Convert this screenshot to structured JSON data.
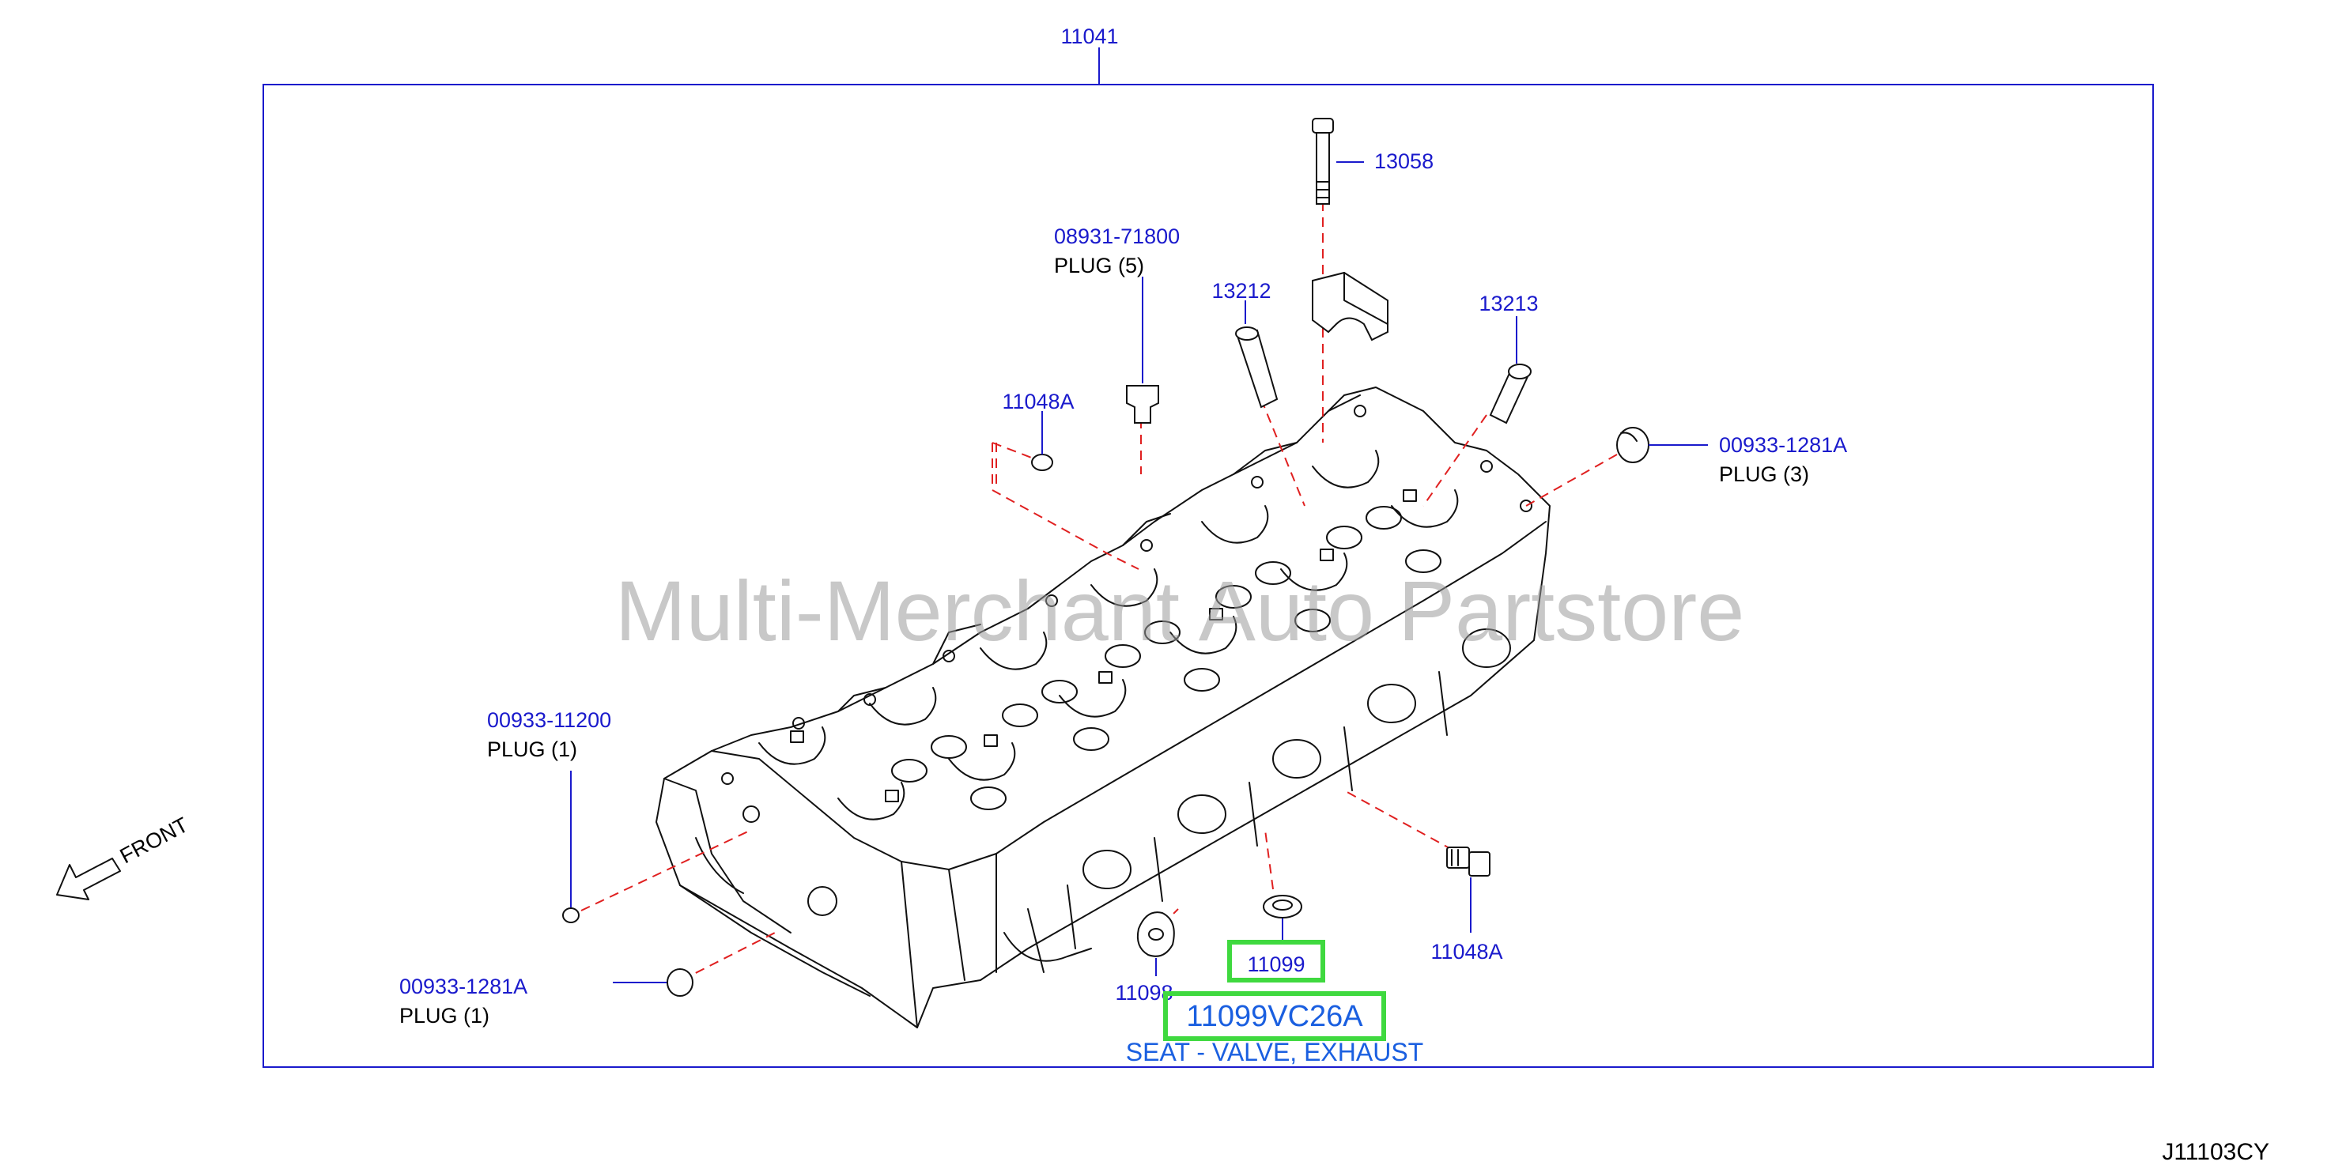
{
  "diagram": {
    "top_part": "11041",
    "watermark": "Multi-Merchant Auto Partstore",
    "front_label": "FRONT",
    "ref_code": "J11103CY"
  },
  "parts": {
    "p13058": {
      "number": "13058"
    },
    "p08931": {
      "number": "08931-71800",
      "desc": "PLUG   (5)"
    },
    "p13212": {
      "number": "13212"
    },
    "p13213": {
      "number": "13213"
    },
    "p11048a_top": {
      "number": "11048A"
    },
    "p00933_right": {
      "number": "00933-1281A",
      "desc": "PLUG   (3)"
    },
    "p00933_11200": {
      "number": "00933-11200",
      "desc": "PLUG   (1)"
    },
    "p00933_left": {
      "number": "00933-1281A",
      "desc": "PLUG   (1)"
    },
    "p11098": {
      "number": "11098"
    },
    "p11099": {
      "number": "11099"
    },
    "p11048a_bottom": {
      "number": "11048A"
    }
  },
  "highlight": {
    "part_number": "11099VC26A",
    "description": "SEAT - VALVE, EXHAUST",
    "color": "#3fd93f"
  },
  "colors": {
    "part_number": "#1a1acc",
    "leader": "#1a1acc",
    "dashed": "#e02020",
    "highlight_text": "#1a5fe0"
  }
}
